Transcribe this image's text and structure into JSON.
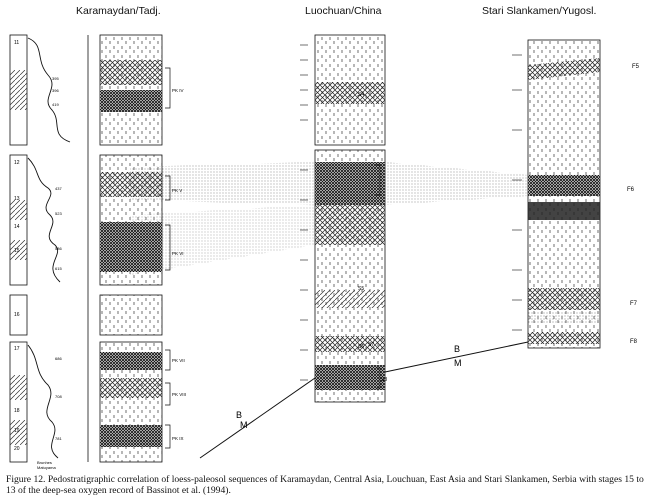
{
  "headers": {
    "karamaydan": "Karamaydan/Tadj.",
    "luochuan": "Luochuan/China",
    "stari": "Stari Slankamen/Yugosl."
  },
  "boundary": {
    "b": "B",
    "m": "M"
  },
  "karamaydan_stage_numbers": [
    "11",
    "12",
    "13",
    "14",
    "15",
    "16",
    "17",
    "18",
    "19",
    "20"
  ],
  "karamaydan_unit_labels": [
    "PK IV",
    "PK V",
    "PK VI",
    "PK VII",
    "PK VIII",
    "PK IX"
  ],
  "karamaydan_misc": {
    "brunhes": "Brunhes",
    "matuyama": "Matuyama"
  },
  "luochuan_units": [
    "S4",
    "S5",
    "S6",
    "S7",
    "S8"
  ],
  "stari_units": [
    "F5",
    "F6",
    "F7",
    "F8"
  ],
  "caption": "Figure 12. Pedostratigraphic correlation of loess-paleosol sequences of Karamaydan, Central Asia, Louchuan, East Asia and Stari Slankamen, Serbia with stages 15 to 13 of the deep-sea oxygen record of Bassinot et al. (1994)."
}
